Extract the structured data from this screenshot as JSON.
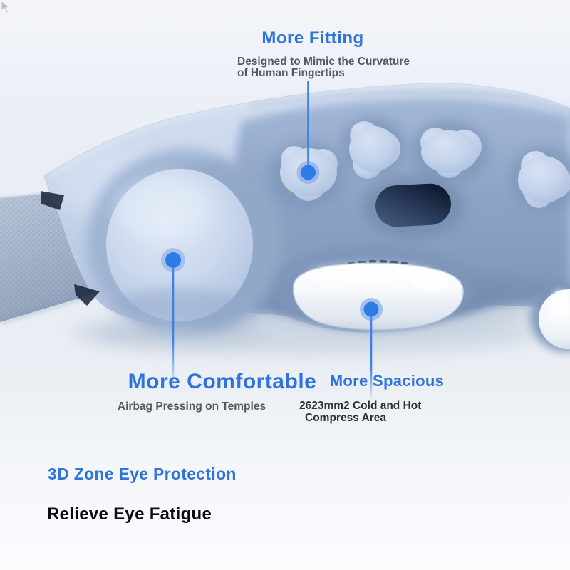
{
  "callouts": {
    "fitting": {
      "title": "More Fitting",
      "desc_line1": "Designed to Mimic the Curvature",
      "desc_line2": "of Human Fingertips"
    },
    "comfortable": {
      "title": "More Comfortable",
      "desc": "Airbag Pressing on Temples"
    },
    "spacious": {
      "title": "More Spacious",
      "desc_line1": "2623mm2 Cold and Hot",
      "desc_line2": "Compress Area"
    }
  },
  "footer": {
    "headline": "3D Zone Eye Protection",
    "subheadline": "Relieve Eye Fatigue"
  },
  "colors": {
    "accent_blue": "#2e74dc",
    "desc_gray": "#55595f",
    "desc_dark": "#2e3136",
    "headline_black": "#0c0d0f",
    "leader_line_blue": "#3f81e3",
    "dot_core_blue": "#2d7ce5",
    "dot_halo_blue": "#5e95e8",
    "product_shell_blue": "#c3d1e8",
    "product_face_blue": "#8ba3c6",
    "compress_pad_white": "#f7f9fc",
    "strap_blue_gray": "#a3b2c9",
    "vent_dark_navy": "#223146"
  },
  "icons": {
    "cursor": "mouse-pointer-arrow"
  }
}
